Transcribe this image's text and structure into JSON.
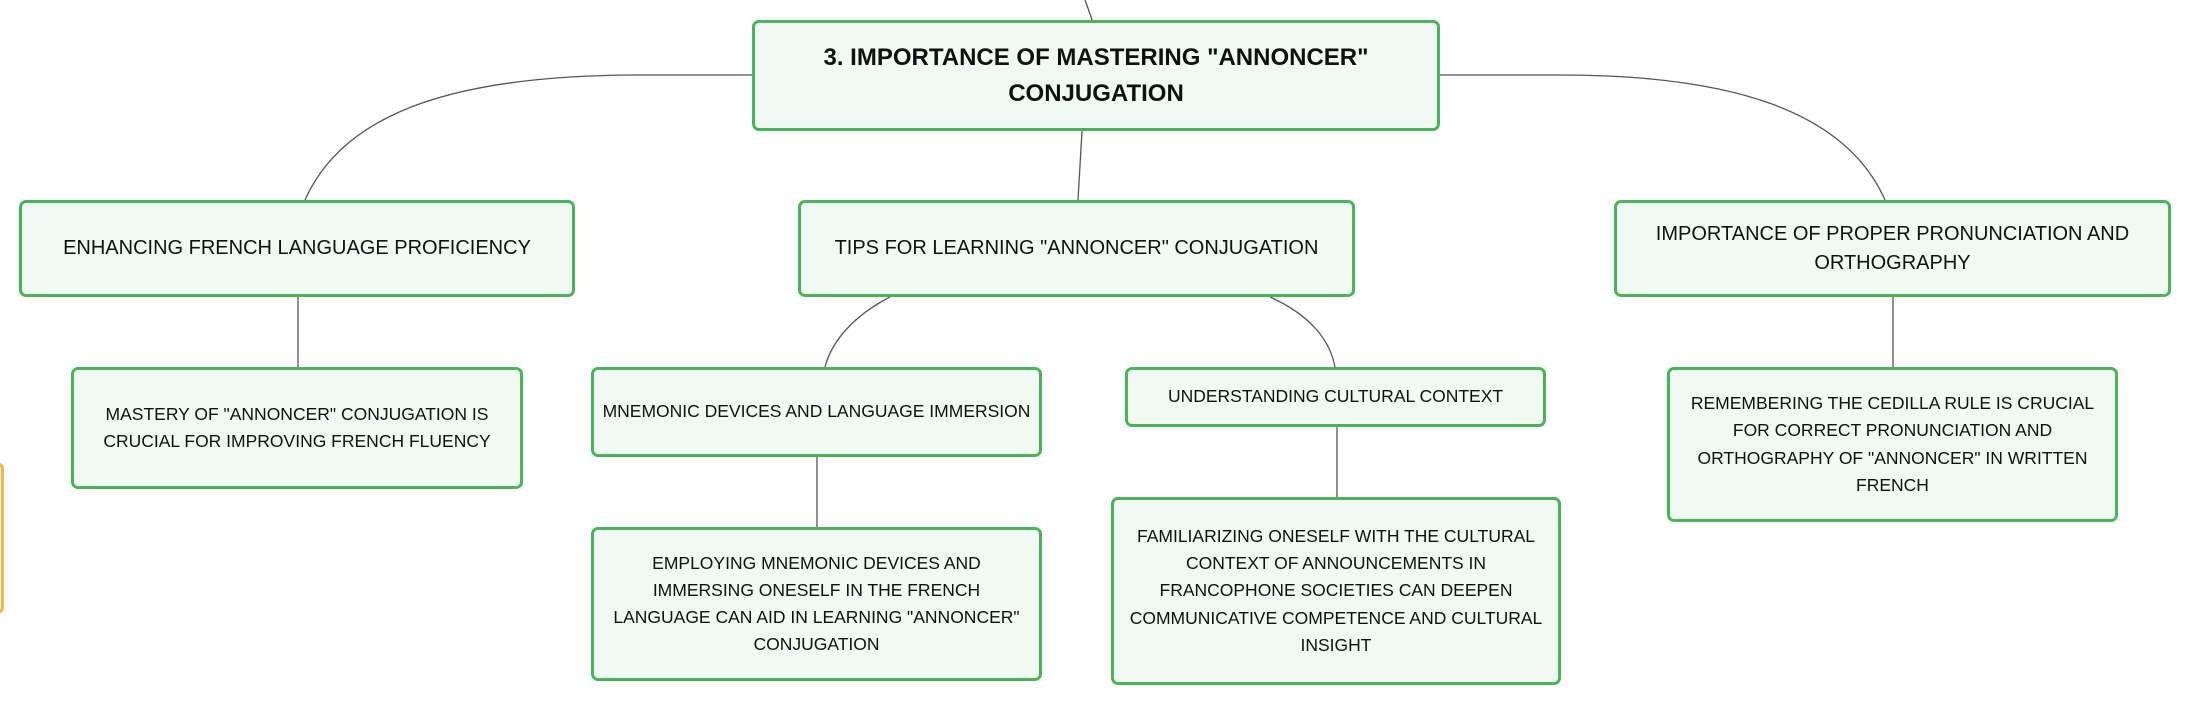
{
  "mindmap": {
    "root": {
      "label": "3. IMPORTANCE OF MASTERING \"ANNONCER\" CONJUGATION"
    },
    "branches": [
      {
        "label": "ENHANCING FRENCH LANGUAGE PROFICIENCY",
        "children": [
          {
            "label": "MASTERY OF \"ANNONCER\" CONJUGATION IS CRUCIAL FOR IMPROVING FRENCH FLUENCY"
          }
        ]
      },
      {
        "label": "TIPS FOR LEARNING \"ANNONCER\" CONJUGATION",
        "children": [
          {
            "label": "MNEMONIC DEVICES AND LANGUAGE IMMERSION",
            "children": [
              {
                "label": "EMPLOYING MNEMONIC DEVICES AND IMMERSING ONESELF IN THE FRENCH LANGUAGE CAN AID IN LEARNING \"ANNONCER\" CONJUGATION"
              }
            ]
          },
          {
            "label": "UNDERSTANDING CULTURAL CONTEXT",
            "children": [
              {
                "label": "FAMILIARIZING ONESELF WITH THE CULTURAL CONTEXT OF ANNOUNCEMENTS IN FRANCOPHONE SOCIETIES CAN DEEPEN COMMUNICATIVE COMPETENCE AND CULTURAL INSIGHT"
              }
            ]
          }
        ]
      },
      {
        "label": "IMPORTANCE OF PROPER PRONUNCIATION AND ORTHOGRAPHY",
        "children": [
          {
            "label": "REMEMBERING THE CEDILLA RULE IS CRUCIAL FOR CORRECT PRONUNCIATION AND ORTHOGRAPHY OF \"ANNONCER\" IN WRITTEN FRENCH"
          }
        ]
      }
    ]
  },
  "colors": {
    "node_border": "#4cb35b",
    "node_fill": "#f1f9f3",
    "connector": "#555555",
    "side_tab_border": "#f3b54d"
  }
}
